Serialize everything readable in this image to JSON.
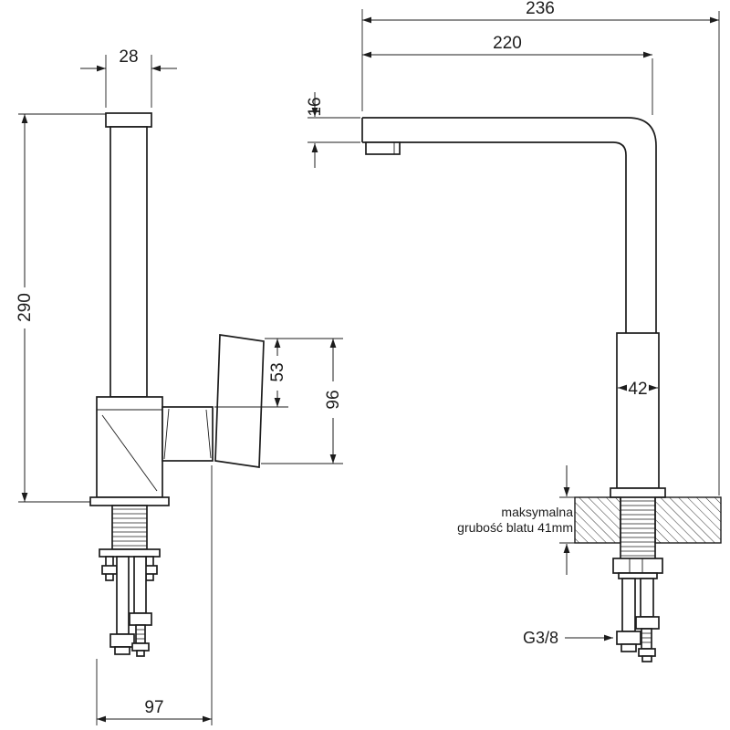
{
  "drawing": {
    "background": "#ffffff",
    "line_color": "#1c1c1c",
    "side_view": {
      "dim_top_width": "28",
      "dim_height": "290",
      "dim_handle_height": "53",
      "dim_handle_total_height": "96",
      "dim_base_depth": "97"
    },
    "front_view": {
      "dim_total_width": "236",
      "dim_spout_reach": "220",
      "dim_spout_thickness": "16",
      "dim_body_width": "42",
      "counter_note_line1": "maksymalna",
      "counter_note_line2": "grubość blatu 41mm",
      "thread_size": "G3/8"
    }
  }
}
